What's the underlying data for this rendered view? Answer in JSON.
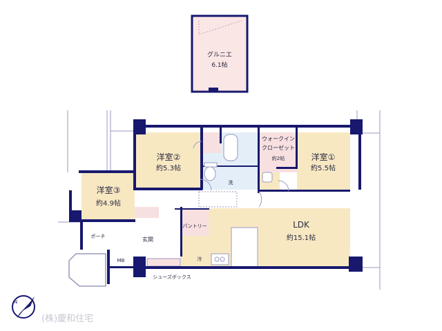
{
  "colors": {
    "wall": "#17186e",
    "room": "#f8e8c2",
    "pink": "#f8e0e0",
    "wet": "#e3eef8",
    "line": "#9a9ac0"
  },
  "loft": {
    "name": "グルニエ",
    "size": "6.1帖"
  },
  "rooms": {
    "western2": {
      "name": "洋室②",
      "size": "約5.3帖"
    },
    "western1": {
      "name": "洋室①",
      "size": "約5.5帖"
    },
    "western3": {
      "name": "洋室③",
      "size": "約4.9帖"
    },
    "wic": {
      "name1": "ウォークイン",
      "name2": "クローゼット",
      "size": "約2帖"
    },
    "ldk": {
      "name": "LDK",
      "size": "約15.1帖"
    }
  },
  "labels": {
    "wash": "洗",
    "pantry": "パントリー",
    "entrance": "玄関",
    "porch": "ポーチ",
    "mb": "MB",
    "fridge": "冷",
    "shoebox": "シューズボックス"
  },
  "company": "(株)慶和住宅",
  "compass": "N"
}
